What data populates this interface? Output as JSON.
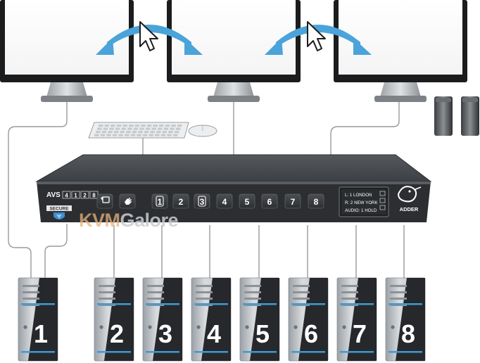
{
  "switch": {
    "model_letters": "AVS",
    "model_digits": [
      "4",
      "1",
      "2",
      "8"
    ],
    "secure_badge": "SECURE",
    "brand": "ADDER",
    "display_lines": [
      "L: 1 LONDON",
      "R: 2 NEW YORK",
      "AUDIO: 1 HOLD"
    ],
    "port_buttons": [
      "1",
      "2",
      "3",
      "4",
      "5",
      "6",
      "7",
      "8"
    ]
  },
  "computers": [
    "1",
    "2",
    "3",
    "4",
    "5",
    "6",
    "7",
    "8"
  ],
  "watermark": {
    "part1": "KVM",
    "part2": "Galore"
  },
  "colors": {
    "arrow": "#4aa3d9",
    "chassis": "#3f4246",
    "chassis_dark": "#2a2c2f",
    "tower_blue": "#3d9ad6",
    "cable": "#9a9a9a"
  },
  "icons": {
    "cursor": "mouse-pointer-icon",
    "arrow": "curved-double-arrow-icon",
    "left_button": "monitor-switch-icon",
    "right_button": "hand-icon",
    "logo": "adder-snake-logo-icon"
  }
}
